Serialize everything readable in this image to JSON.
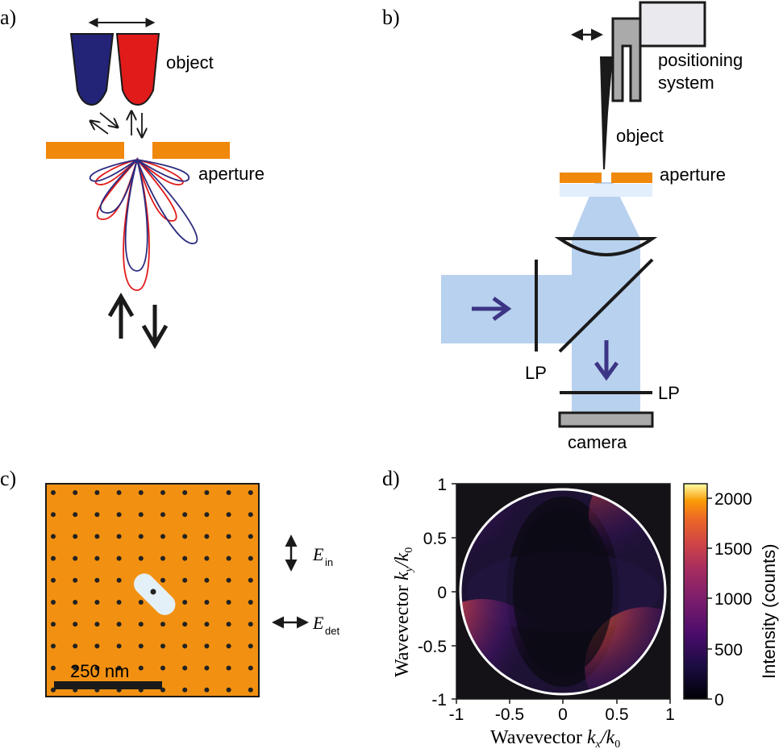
{
  "panel_a": {
    "letter": "a)",
    "label_object": "object",
    "label_aperture": "aperture",
    "colors": {
      "tip_blue": "#232477",
      "tip_red": "#e11a1a",
      "aperture": "#f0880c",
      "lobe_blue": "#2c2c80",
      "lobe_red": "#e11a1a"
    }
  },
  "panel_b": {
    "letter": "b)",
    "label_positioning_line1": "positioning",
    "label_positioning_line2": "system",
    "label_object": "object",
    "label_aperture": "aperture",
    "label_lp_left": "LP",
    "label_lp_right": "LP",
    "label_camera": "camera",
    "colors": {
      "beam": "#b8d1ee",
      "arrow": "#3c3484",
      "stage_grey": "#aaaaaa",
      "stage_light": "#e9e9ee"
    }
  },
  "panel_c": {
    "letter": "c)",
    "scale_label": "250 nm",
    "e_in_symbol": "E",
    "e_in_sub": "in",
    "e_det_symbol": "E",
    "e_det_sub": "det",
    "colors": {
      "background": "#f29111",
      "dots": "#222222",
      "ellipse": "#e4f0f7"
    }
  },
  "panel_d": {
    "letter": "d)",
    "x_label_main": "Wavevector ",
    "x_label_k": "k",
    "x_label_sub": "x",
    "x_label_rest": "/k",
    "x_label_sub0": "0",
    "y_label_main": "Wavevector ",
    "y_label_k": "k",
    "y_label_sub": "y",
    "y_label_rest": "/k",
    "y_label_sub0": "0",
    "x_ticks": [
      "-1",
      "-0.5",
      "0",
      "0.5",
      "1"
    ],
    "y_ticks": [
      "1",
      "0.5",
      "0",
      "-0.5",
      "-1"
    ],
    "colorbar_label": "Intensity (counts)",
    "colorbar_ticks": [
      "2000",
      "1500",
      "1000",
      "500",
      "0"
    ]
  }
}
